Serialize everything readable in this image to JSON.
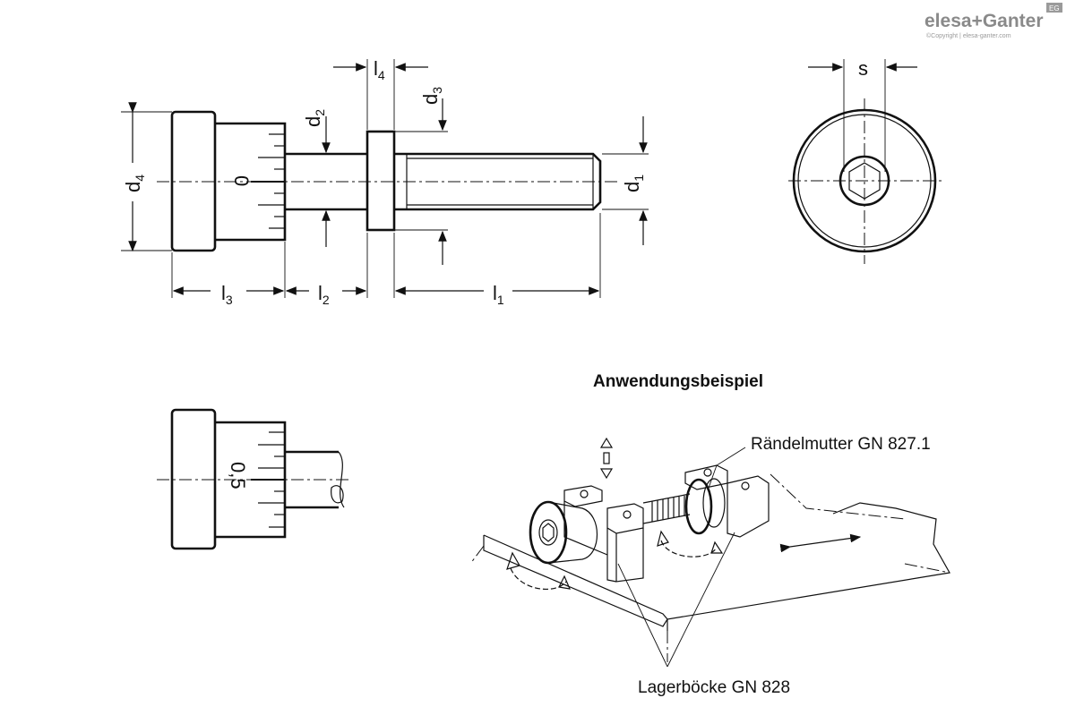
{
  "brand": {
    "logo_text": "elesa+Ganter",
    "copyright": "©Copyright | elesa-ganter.com",
    "badge": "EG"
  },
  "drawing": {
    "dimensions": {
      "l1": {
        "main": "l",
        "sub": "1"
      },
      "l2": {
        "main": "l",
        "sub": "2"
      },
      "l3": {
        "main": "l",
        "sub": "3"
      },
      "l4": {
        "main": "l",
        "sub": "4"
      },
      "d1": {
        "main": "d",
        "sub": "1"
      },
      "d2": {
        "main": "d",
        "sub": "2"
      },
      "d3": {
        "main": "d",
        "sub": "3"
      },
      "d4": {
        "main": "d",
        "sub": "4"
      },
      "s": "s"
    },
    "scale_zero": "0",
    "scale_half": "0,5"
  },
  "application": {
    "title": "Anwendungsbeispiel",
    "callout_nut": "Rändelmutter GN 827.1",
    "callout_bearing": "Lagerböcke GN 828"
  }
}
